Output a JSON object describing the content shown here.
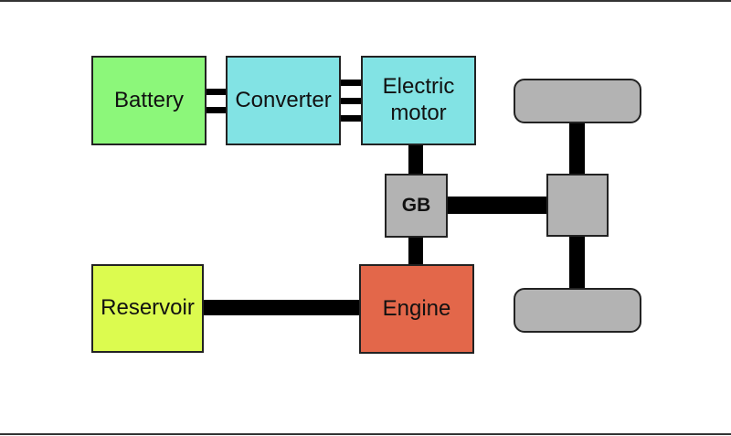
{
  "components": {
    "battery": {
      "label": "Battery",
      "color": "#8cf77a"
    },
    "converter": {
      "label": "Converter",
      "color": "#82e3e4"
    },
    "motor": {
      "label": "Electric motor",
      "color": "#82e3e4"
    },
    "gearbox": {
      "label": "GB",
      "color": "#b3b3b3"
    },
    "differential": {
      "label": "",
      "color": "#b3b3b3"
    },
    "engine": {
      "label": "Engine",
      "color": "#e3674a"
    },
    "reservoir": {
      "label": "Reservoir",
      "color": "#dcfb4f"
    }
  }
}
